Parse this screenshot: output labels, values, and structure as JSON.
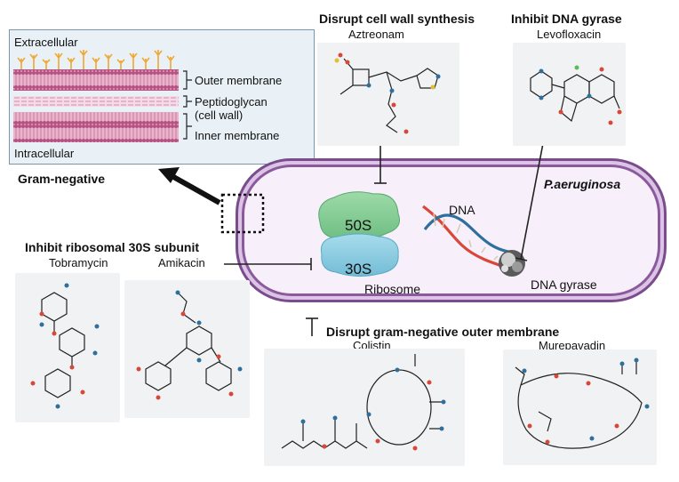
{
  "membrane_panel": {
    "extracellular": "Extracellular",
    "outer_membrane": "Outer membrane",
    "peptidoglycan": "Peptidoglycan",
    "cell_wall": "(cell wall)",
    "inner_membrane": "Inner membrane",
    "intracellular": "Intracellular",
    "caption": "Gram-negative"
  },
  "cell": {
    "species": "P.aeruginosa",
    "ribosome_large": "50S",
    "ribosome_small": "30S",
    "ribosome_label": "Ribosome",
    "dna_label": "DNA",
    "gyrase_label": "DNA gyrase"
  },
  "mechanisms": {
    "cell_wall": {
      "heading": "Disrupt cell wall synthesis",
      "drugs": [
        "Aztreonam"
      ]
    },
    "gyrase": {
      "heading": "Inhibit DNA gyrase",
      "drugs": [
        "Levofloxacin"
      ]
    },
    "ribosome": {
      "heading": "Inhibit ribosomal 30S subunit",
      "drugs": [
        "Tobramycin",
        "Amikacin"
      ]
    },
    "outer_membrane": {
      "heading": "Disrupt gram-negative outer membrane",
      "drugs": [
        "Colistin",
        "Murepavadin"
      ]
    }
  },
  "colors": {
    "cell_border": "#7b4c8c",
    "cell_fill": "#f6eef9",
    "membrane": "#b5507f",
    "lps": "#f0a830",
    "ribosome_50s": "#7cc78e",
    "ribosome_30s": "#7fc6de",
    "dna_red": "#d9463a",
    "dna_blue": "#2f6f9c"
  }
}
